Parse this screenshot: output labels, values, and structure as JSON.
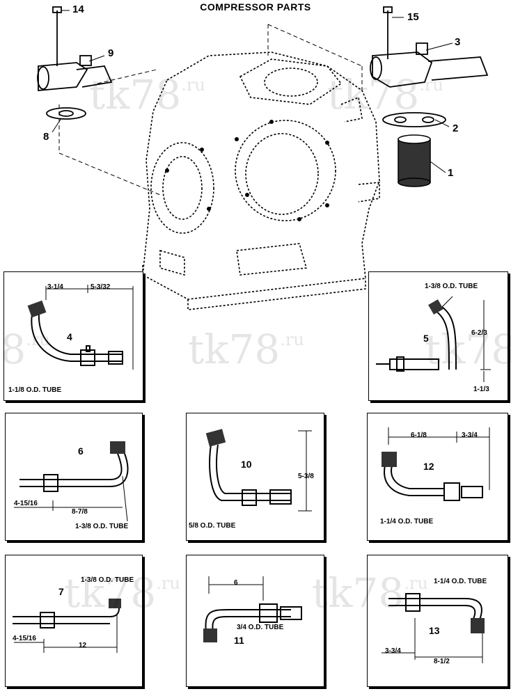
{
  "title": "COMPRESSOR PARTS",
  "watermark": {
    "text": "tk78",
    "suffix": ".ru"
  },
  "callouts": {
    "c1": "1",
    "c2": "2",
    "c3": "3",
    "c8": "8",
    "c9": "9",
    "c14": "14",
    "c15": "15"
  },
  "panels": {
    "p4": {
      "dim_a": "3-1/4",
      "dim_b": "5-3/32",
      "part": "4",
      "tube": "1-1/8 O.D. TUBE"
    },
    "p5": {
      "tube": "1-3/8 O.D. TUBE",
      "part": "5",
      "dim_a": "6-2/3",
      "dim_b": "1-1/3"
    },
    "p6": {
      "part": "6",
      "dim_a": "4-15/16",
      "dim_b": "8-7/8",
      "tube": "1-3/8 O.D. TUBE"
    },
    "p10": {
      "part": "10",
      "dim_a": "5-3/8",
      "tube": "5/8 O.D. TUBE"
    },
    "p12": {
      "dim_a": "6-1/8",
      "dim_b": "3-3/4",
      "part": "12",
      "tube": "1-1/4 O.D. TUBE"
    },
    "p7": {
      "part": "7",
      "tube": "1-3/8 O.D. TUBE",
      "dim_a": "4-15/16",
      "dim_b": "12"
    },
    "p11": {
      "dim_a": "6",
      "tube": "3/4 O.D. TUBE",
      "part": "11"
    },
    "p13": {
      "tube": "1-1/4 O.D. TUBE",
      "part": "13",
      "dim_a": "3-3/4",
      "dim_b": "8-1/2"
    }
  }
}
